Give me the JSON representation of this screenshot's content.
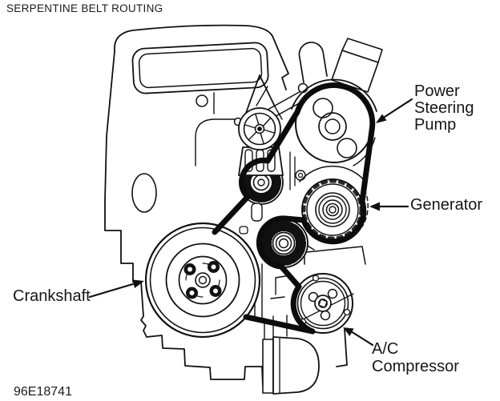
{
  "title": "SERPENTINE BELT ROUTING",
  "figure_id": "96E18741",
  "diagram": {
    "type": "engine-accessory-serpentine-belt-routing-line-art",
    "ink_color": "#111111",
    "background_color": "#ffffff",
    "labels": [
      {
        "text": "Power Steering Pump",
        "points_to": "power-steering-pump-pulley"
      },
      {
        "text": "Generator",
        "points_to": "generator-pulley"
      },
      {
        "text": "Crankshaft",
        "points_to": "crankshaft-pulley"
      },
      {
        "text": "A/C Compressor",
        "points_to": "ac-compressor-pulley"
      }
    ],
    "components": [
      "engine-block",
      "valve-cover",
      "belt-tensioner-assembly",
      "tensioner-spoked-pulley",
      "tensioner-ribbed-pulley",
      "power-steering-pump-pulley",
      "power-steering-reservoir",
      "generator-pulley",
      "idler-pulley",
      "crankshaft-pulley",
      "ac-compressor-pulley",
      "serpentine-belt",
      "oil-pan",
      "engine-mount-drum"
    ]
  }
}
